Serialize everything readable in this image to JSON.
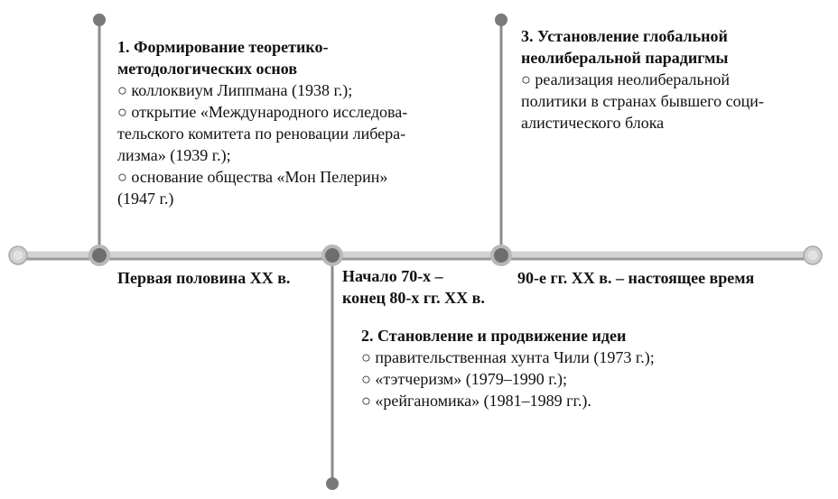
{
  "colors": {
    "timeline_line": "#c8c8c8",
    "timeline_line_shadow": "#9a9a9a",
    "connector": "#8c8c8c",
    "node_outer": "#b8b8b8",
    "node_inner": "#6e6e6e",
    "text": "#111111"
  },
  "periods": [
    {
      "label": "Первая половина XX в."
    },
    {
      "line1": "Начало 70-х –",
      "line2": "конец 80-х гг. XX в."
    },
    {
      "label": "90-е гг. XX в. – настоящее время"
    }
  ],
  "stages": [
    {
      "title_line1": "1. Формирование теоретико-",
      "title_line2": "методологических основ",
      "lines": [
        "○ коллоквиум Липпмана (1938 г.);",
        "○ открытие «Международного исследова-",
        "тельского комитета по реновации либера-",
        "лизма» (1939 г.);",
        "○ основание общества «Мон Пелерин»",
        "(1947 г.)"
      ]
    },
    {
      "title_line1": "2. Становление и продвижение идеи",
      "lines": [
        "○ правительственная хунта Чили (1973 г.);",
        "○ «тэтчеризм» (1979–1990 г.);",
        "○ «рейганомика» (1981–1989 гг.)."
      ]
    },
    {
      "title_line1": "3. Установление глобальной",
      "title_line2": "неолиберальной парадигмы",
      "lines": [
        "○ реализация неолиберальной",
        "политики в странах бывшего соци-",
        "алистического блока"
      ]
    }
  ]
}
